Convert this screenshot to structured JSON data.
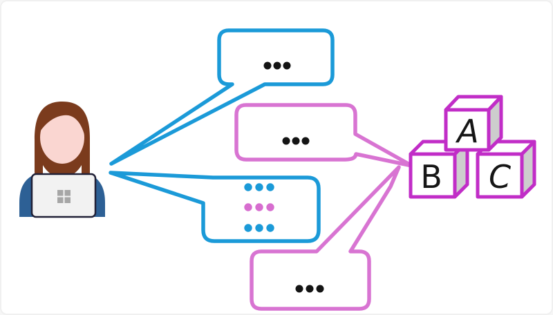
{
  "colors": {
    "blue": "#1B9AD8",
    "pink": "#D874D2",
    "pink_dot": "#D76DCF",
    "magenta": "#C12DC7",
    "block_side": "#CDCDCD",
    "block_face": "#FFFFFF",
    "dot": "#141414"
  },
  "person": {
    "role": "woman-working-on-laptop",
    "hair": "#7B3B1D",
    "skin": "#FAD6D1",
    "shirt": "#2D6095",
    "laptop_body": "#F2F2F2",
    "laptop_outline": "#202036",
    "logo": "#A6A6A6"
  },
  "bubbles": [
    {
      "id": "top-blue",
      "stroke": "blue",
      "points_to": "person",
      "content": "ellipsis",
      "dot_count": 3,
      "dot_color": "black"
    },
    {
      "id": "middle-pink",
      "stroke": "pink",
      "points_to": "blocks",
      "content": "ellipsis",
      "dot_count": 3,
      "dot_color": "black"
    },
    {
      "id": "lower-blue-grid",
      "stroke": "blue",
      "points_to": "person",
      "content": "dot-grid",
      "rows": [
        "blue",
        "pink",
        "blue"
      ],
      "dots_per_row": 3
    },
    {
      "id": "bottom-pink",
      "stroke": "pink",
      "points_to": "blocks",
      "content": "ellipsis",
      "dot_count": 3,
      "dot_color": "black"
    }
  ],
  "blocks": [
    {
      "label": "A"
    },
    {
      "label": "B"
    },
    {
      "label": "C"
    }
  ]
}
